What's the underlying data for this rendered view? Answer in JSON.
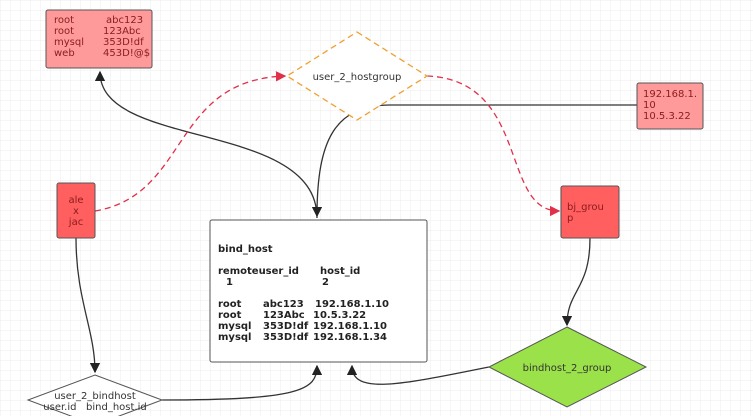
{
  "credentials_box": {
    "lines": [
      [
        "root",
        "abc123"
      ],
      [
        "root",
        "123Abc"
      ],
      [
        "mysql",
        "353D!df"
      ],
      [
        "web",
        "453D!@$"
      ]
    ]
  },
  "user_2_hostgroup": {
    "label": "user_2_hostgroup"
  },
  "ip_box": {
    "lines": [
      "192.168.1.",
      "10",
      "10.5.3.22"
    ]
  },
  "user_box": {
    "lines": [
      "ale",
      "x",
      "jac"
    ]
  },
  "bj_group": {
    "lines": [
      "bj_grou",
      "p"
    ]
  },
  "bind_host": {
    "title": "bind_host",
    "col1": "remoteuser_id",
    "col2": "host_id",
    "val1": "1",
    "val2": "2",
    "rows": [
      [
        "root",
        "abc123",
        "192.168.1.10"
      ],
      [
        "root",
        "123Abc",
        "10.5.3.22"
      ],
      [
        "mysql",
        "353D!df",
        "192.168.1.10"
      ],
      [
        "mysql",
        "353D!df",
        "192.168.1.34"
      ]
    ]
  },
  "bindhost_2_group": {
    "label": "bindhost_2_group"
  },
  "user_2_bindhost": {
    "label": "user_2_bindhost",
    "sub": "user.id   bind_host.id"
  },
  "colors": {
    "pink": "#ff9a9a",
    "red": "#ff5f5f",
    "green": "#9be24a",
    "orange": "#f0a030",
    "dashed_red": "#e0304a"
  }
}
